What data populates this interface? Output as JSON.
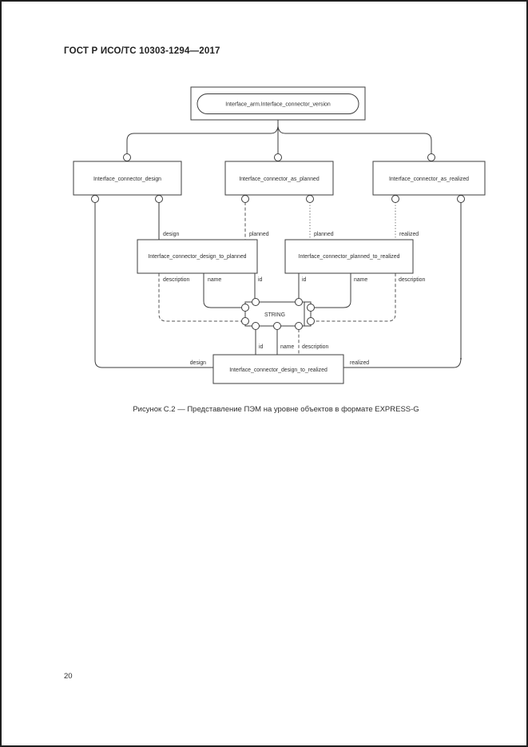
{
  "page": {
    "header": "ГОСТ Р ИСО/ТС 10303-1294—2017",
    "figure_caption": "Рисунок С.2 — Представление ПЭМ на уровне объектов в формате EXPRESS-G",
    "page_number": "20"
  },
  "diagram": {
    "type": "EXPRESS-G entity level model",
    "entities": {
      "version_ref": "Interface_arm.Interface_connector_version",
      "design": "Interface_connector_design",
      "as_planned": "Interface_connector_as_planned",
      "as_realized": "Interface_connector_as_realized",
      "design_to_planned": "Interface_connector_design_to_planned",
      "planned_to_realized": "Interface_connector_planned_to_realized",
      "design_to_realized": "Interface_connector_design_to_realized",
      "string_type": "STRING"
    },
    "labels": {
      "attr_design_top": "design",
      "attr_planned_left": "planned",
      "attr_planned_right": "planned",
      "attr_realized_top": "realized",
      "m1_description": "description",
      "m1_name": "name",
      "m1_id": "id",
      "m2_id": "id",
      "m2_name": "name",
      "m2_description": "description",
      "str_id": "id",
      "str_name": "name",
      "str_description": "description",
      "final_design": "design",
      "final_realized": "realized"
    },
    "colors": {
      "line": "#3e3e3e",
      "thick_line": "#9b9b9b",
      "text": "#2f2f2f",
      "page_background": "#ffffff",
      "page_border": "#1f1f1f"
    }
  }
}
